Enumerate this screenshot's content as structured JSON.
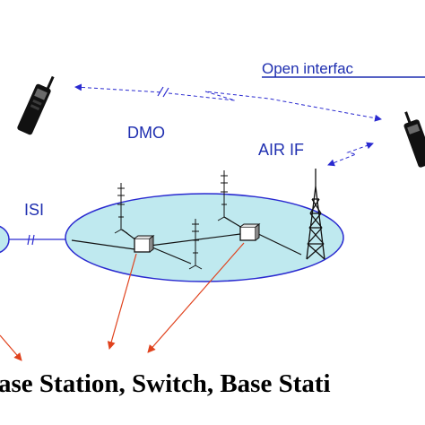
{
  "labels": {
    "open_interface": "Open interfac",
    "dmo": "DMO",
    "air_if": "AIR IF",
    "isi": "ISI",
    "caption": "ase Station, Switch, Base Stati"
  },
  "colors": {
    "link_blue": "#2a2ad0",
    "text_blue": "#1f2fb0",
    "cloud_fill": "#bfe9ef",
    "cloud_stroke": "#2a2ad0",
    "arrow_red": "#e0421d",
    "device_black": "#111111",
    "caption_black": "#000000"
  },
  "icons": {
    "handset_left": "mobile-radio-icon",
    "handset_right": "mobile-radio-icon",
    "antenna_towers": "radio-tower-icon",
    "switch_boxes": "switch-box-icon"
  }
}
